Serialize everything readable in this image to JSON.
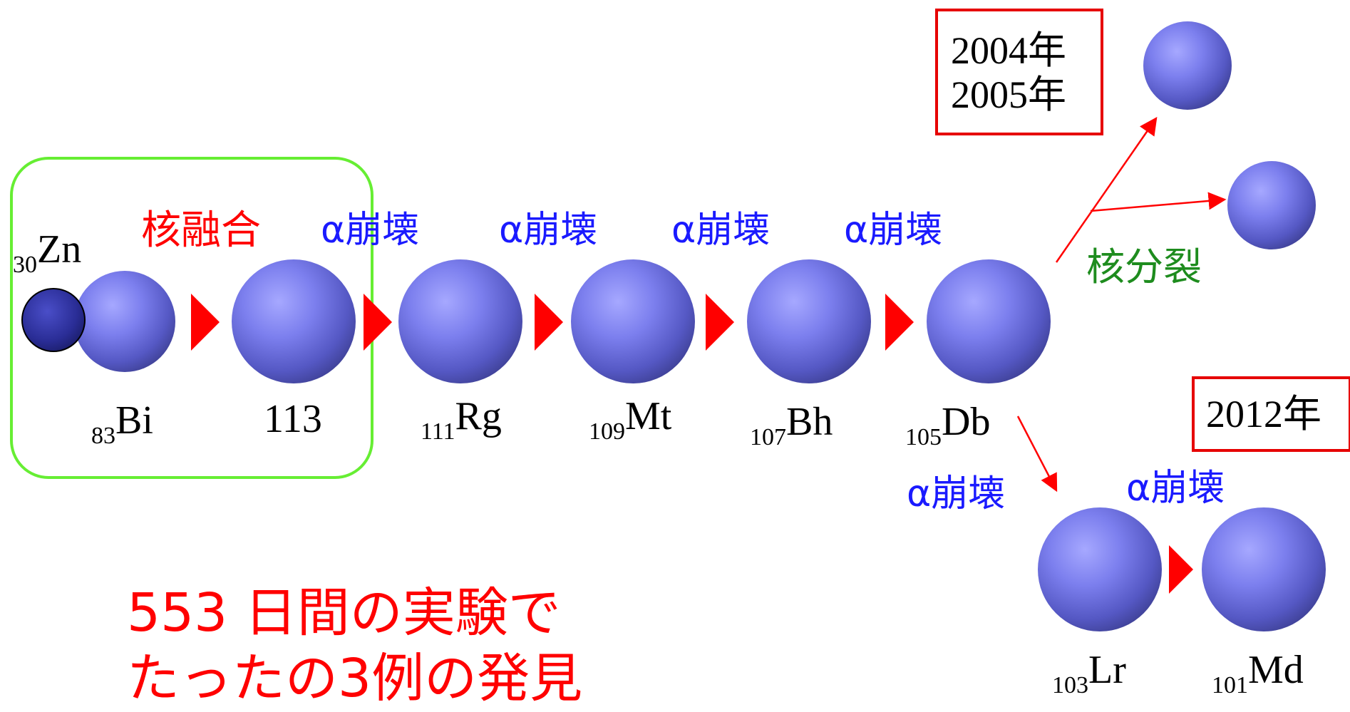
{
  "reaction": {
    "fusion_label": "核融合",
    "fission_label": "核分裂",
    "alpha_decay_label": "α崩壊"
  },
  "nuclei": [
    {
      "z": "30",
      "symbol": "Zn"
    },
    {
      "z": "83",
      "symbol": "Bi"
    },
    {
      "z": "",
      "symbol": "113"
    },
    {
      "z": "111",
      "symbol": "Rg"
    },
    {
      "z": "109",
      "symbol": "Mt"
    },
    {
      "z": "107",
      "symbol": "Bh"
    },
    {
      "z": "105",
      "symbol": "Db"
    },
    {
      "z": "103",
      "symbol": "Lr"
    },
    {
      "z": "101",
      "symbol": "Md"
    }
  ],
  "years": {
    "fission": [
      "2004年",
      "2005年"
    ],
    "alpha_branch": "2012年"
  },
  "summary": {
    "line1": "553 日間の実験で",
    "line2": "たったの3例の発見"
  },
  "colors": {
    "red": "#ff0000",
    "blue": "#1a1aff",
    "green": "#1e8c1e",
    "frame": "#66ee33"
  }
}
